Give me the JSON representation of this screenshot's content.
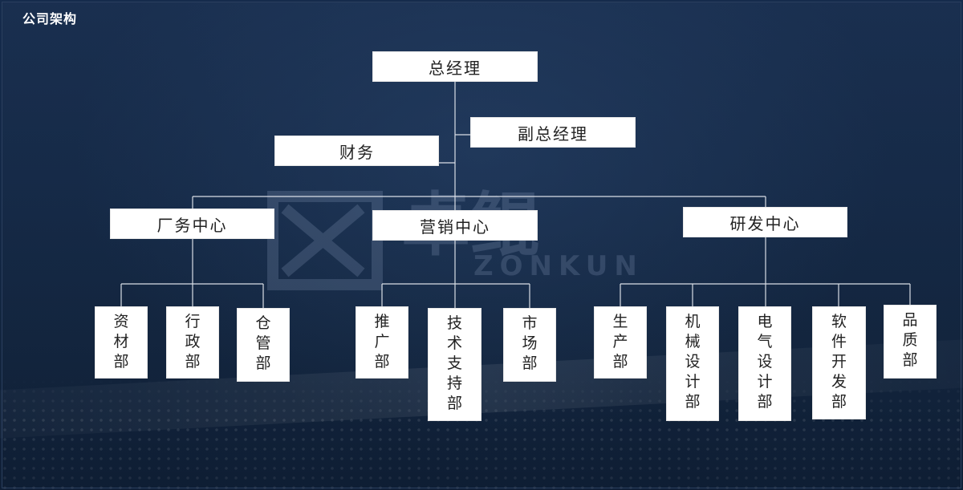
{
  "page": {
    "title": "公司架构"
  },
  "watermark": {
    "brand": "卓鲲",
    "latin": "ZONKUN"
  },
  "org": {
    "ceo": "总经理",
    "deputy": "副总经理",
    "finance": "财务",
    "centers": {
      "factory": "厂务中心",
      "marketing": "营销中心",
      "rnd": "研发中心"
    },
    "departments": {
      "materials": "资材部",
      "admin": "行政部",
      "warehouse": "仓管部",
      "promotion": "推广部",
      "tech_support": "技术支持部",
      "market": "市场部",
      "production": "生产部",
      "mech_design": "机械设计部",
      "elec_design": "电气设计部",
      "software": "软件开发部",
      "quality": "品质部"
    }
  },
  "colors": {
    "background": "#132846",
    "box": "#ffffff",
    "line": "#d9dee6",
    "text": "#222222"
  }
}
